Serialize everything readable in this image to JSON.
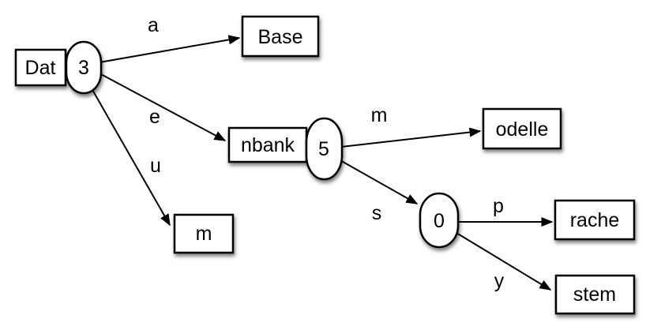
{
  "colors": {
    "background": "#ffffff",
    "node_fill": "#ffffff",
    "stroke": "#000000",
    "text": "#000000"
  },
  "nodes": [
    {
      "id": "dat",
      "label": "Dat",
      "shape": "rectangle"
    },
    {
      "id": "count-3",
      "label": "3",
      "shape": "oval"
    },
    {
      "id": "base",
      "label": "Base",
      "shape": "rectangle"
    },
    {
      "id": "nbank",
      "label": "nbank",
      "shape": "rectangle"
    },
    {
      "id": "count-5",
      "label": "5",
      "shape": "oval"
    },
    {
      "id": "m-leaf",
      "label": "m",
      "shape": "rectangle"
    },
    {
      "id": "odelle",
      "label": "odelle",
      "shape": "rectangle"
    },
    {
      "id": "count-0",
      "label": "0",
      "shape": "oval"
    },
    {
      "id": "rache",
      "label": "rache",
      "shape": "rectangle"
    },
    {
      "id": "stem",
      "label": "stem",
      "shape": "rectangle"
    }
  ],
  "edges": [
    {
      "label": "a",
      "from": "count-3",
      "to": "base"
    },
    {
      "label": "e",
      "from": "count-3",
      "to": "nbank"
    },
    {
      "label": "u",
      "from": "count-3",
      "to": "m-leaf"
    },
    {
      "label": "m",
      "from": "count-5",
      "to": "odelle"
    },
    {
      "label": "s",
      "from": "count-5",
      "to": "count-0"
    },
    {
      "label": "p",
      "from": "count-0",
      "to": "rache"
    },
    {
      "label": "y",
      "from": "count-0",
      "to": "stem"
    }
  ]
}
